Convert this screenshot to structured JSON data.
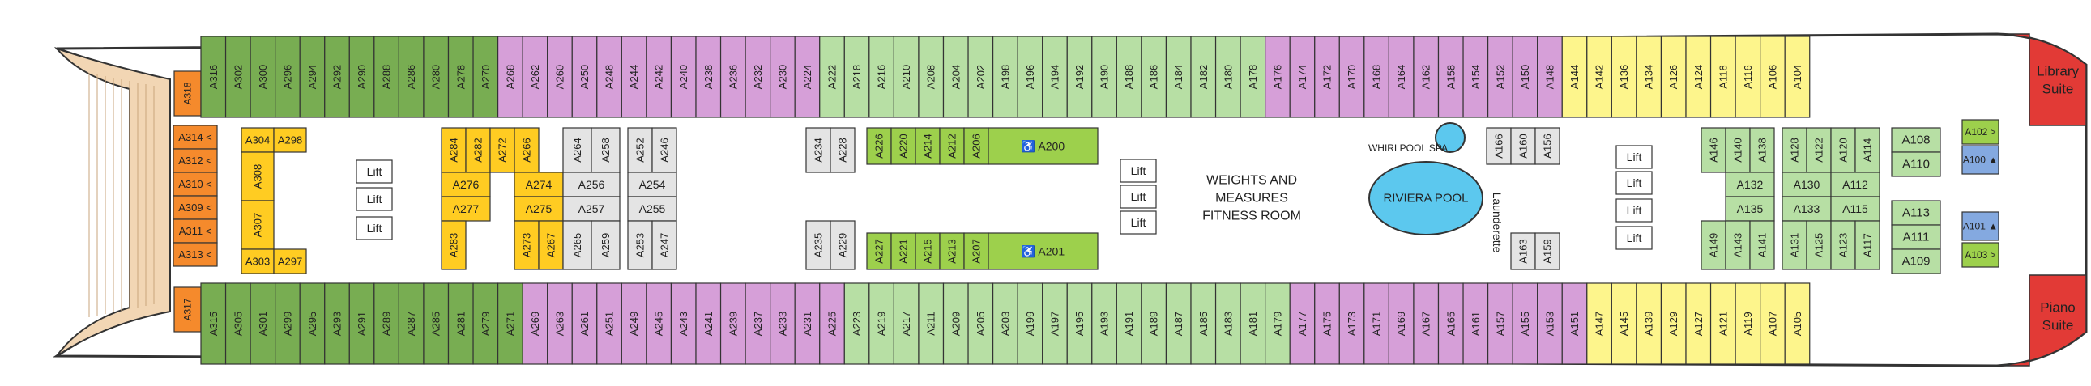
{
  "colors": {
    "green": "#78ad52",
    "purple": "#d69fd8",
    "lightgreen": "#b7dfa4",
    "yellow": "#fdf58c",
    "gold": "#ffcc22",
    "orange": "#f58a2c",
    "gray": "#e4e4e4",
    "limegreen": "#9dd04c",
    "blue": "#84a9e0",
    "red": "#e23a36",
    "wood": "#f2d6b4",
    "outline": "#333333"
  },
  "icons": {
    "lift": "elevator-icon",
    "spa": "whirlpool-icon",
    "wheelchair": "wheelchair-icon",
    "stairs": "stairs-icon"
  },
  "labels": {
    "lift": "Lift",
    "fitness": [
      "WEIGHTS AND",
      "MEASURES",
      "FITNESS ROOM"
    ],
    "whirlpool": "WHIRLPOOL SPA",
    "pool": "RIVIERA POOL",
    "launderette": "Launderette",
    "library": [
      "Library",
      "Suite"
    ],
    "piano": [
      "Piano",
      "Suite"
    ]
  },
  "top_row": [
    {
      "c": "green",
      "labels": [
        "A316",
        "A302",
        "A300",
        "A296",
        "A294",
        "A292",
        "A290",
        "A288",
        "A286",
        "A280",
        "A278",
        "A270"
      ]
    },
    {
      "c": "purple",
      "labels": [
        "A268",
        "A262",
        "A260",
        "A250",
        "A248",
        "A244",
        "A242",
        "A240",
        "A238",
        "A236",
        "A232",
        "A230",
        "A224"
      ]
    },
    {
      "c": "lightgreen",
      "labels": [
        "A222",
        "A218",
        "A216",
        "A210",
        "A208",
        "A204",
        "A202",
        "A198",
        "A196",
        "A194",
        "A192",
        "A190",
        "A188",
        "A186",
        "A184",
        "A182",
        "A180",
        "A178"
      ]
    },
    {
      "c": "purple",
      "labels": [
        "A176",
        "A174",
        "A172",
        "A170",
        "A168",
        "A164",
        "A162",
        "A158",
        "A154",
        "A152",
        "A150",
        "A148"
      ]
    },
    {
      "c": "yellow",
      "labels": [
        "A144",
        "A142",
        "A136",
        "A134",
        "A126",
        "A124",
        "A118",
        "A116",
        "A106",
        "A104"
      ]
    }
  ],
  "bottom_row": [
    {
      "c": "green",
      "labels": [
        "A315",
        "A305",
        "A301",
        "A299",
        "A295",
        "A293",
        "A291",
        "A289",
        "A287",
        "A285",
        "A281",
        "A279",
        "A271"
      ]
    },
    {
      "c": "purple",
      "labels": [
        "A269",
        "A263",
        "A261",
        "A251",
        "A249",
        "A245",
        "A243",
        "A241",
        "A239",
        "A237",
        "A233",
        "A231",
        "A225"
      ]
    },
    {
      "c": "lightgreen",
      "labels": [
        "A223",
        "A219",
        "A217",
        "A211",
        "A209",
        "A205",
        "A203",
        "A199",
        "A197",
        "A195",
        "A193",
        "A191",
        "A189",
        "A187",
        "A185",
        "A183",
        "A181",
        "A179"
      ]
    },
    {
      "c": "purple",
      "labels": [
        "A177",
        "A175",
        "A173",
        "A171",
        "A169",
        "A167",
        "A165",
        "A161",
        "A157",
        "A155",
        "A153",
        "A151"
      ]
    },
    {
      "c": "yellow",
      "labels": [
        "A147",
        "A145",
        "A139",
        "A129",
        "A127",
        "A121",
        "A119",
        "A107",
        "A105"
      ]
    }
  ],
  "end_cabins": {
    "top": "A318",
    "bottom": "A317"
  },
  "inner_cabins": {
    "aft_orange": [
      "A314",
      "A312",
      "A310",
      "A309",
      "A311",
      "A313"
    ],
    "gold_a": [
      [
        "A304",
        "A298"
      ],
      [
        "A308",
        "A307"
      ],
      [
        "A303",
        "A297"
      ]
    ],
    "gold_b": [
      [
        "A284",
        "A282",
        "A272",
        "A266"
      ],
      [
        "A276",
        "A274"
      ],
      [
        "A277",
        "A275"
      ],
      [
        "A283",
        "A273",
        "A267"
      ]
    ],
    "gray_a": [
      [
        "A264",
        "A258"
      ],
      [
        "A256"
      ],
      [
        "A257"
      ],
      [
        "A265",
        "A259"
      ]
    ],
    "gray_b": [
      [
        "A252",
        "A246"
      ],
      [
        "A254"
      ],
      [
        "A255"
      ],
      [
        "A253",
        "A247"
      ]
    ],
    "gray_c": [
      [
        "A234",
        "A228"
      ],
      [
        "A235",
        "A229"
      ]
    ],
    "lime_top": [
      "A226",
      "A220",
      "A214",
      "A212",
      "A206",
      "A200"
    ],
    "lime_bottom": [
      "A227",
      "A221",
      "A215",
      "A213",
      "A207",
      "A201"
    ],
    "gray_d": [
      "A166",
      "A160",
      "A156",
      "A163",
      "A159"
    ],
    "mid_lightgreen": [
      [
        "A146",
        "A140",
        "A138"
      ],
      [
        "A132"
      ],
      [
        "A135"
      ],
      [
        "A149",
        "A143",
        "A141"
      ]
    ],
    "mid_green2": [
      [
        "A128",
        "A122",
        "A120",
        "A114"
      ],
      [
        "A130",
        "A112"
      ],
      [
        "A133",
        "A115"
      ],
      [
        "A131",
        "A125",
        "A123",
        "A117"
      ]
    ],
    "fwd_yellow": [
      "A108",
      "A110",
      "A113",
      "A111",
      "A109"
    ],
    "fwd_small": [
      "A102",
      "A100",
      "A101",
      "A103"
    ]
  }
}
